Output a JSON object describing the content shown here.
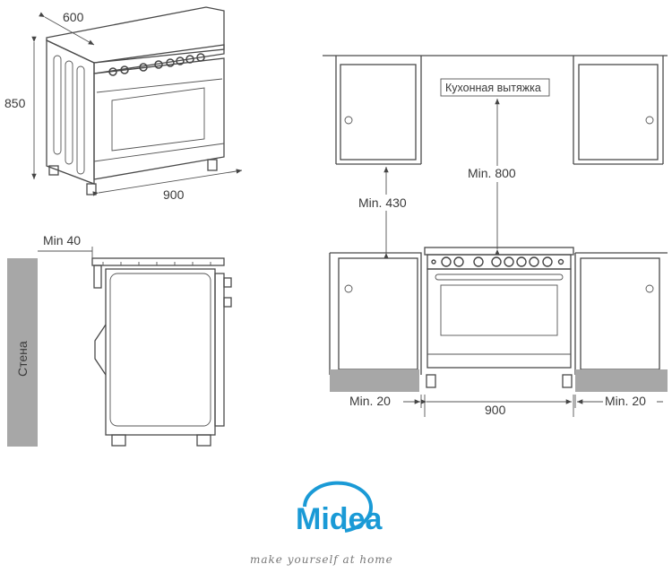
{
  "dimensions_3d": {
    "depth": "600",
    "height": "850",
    "width": "900"
  },
  "side_view": {
    "clearance": "Min 40",
    "wall_label": "Стена"
  },
  "installation": {
    "hood_label": "Кухонная вытяжка",
    "min_hood": "Min. 800",
    "min_cabinet": "Min. 430",
    "min_left": "Min. 20",
    "min_right": "Min. 20",
    "width": "900"
  },
  "brand": {
    "name": "Midea",
    "slogan": "make yourself at home",
    "color": "#1a9ad6"
  }
}
